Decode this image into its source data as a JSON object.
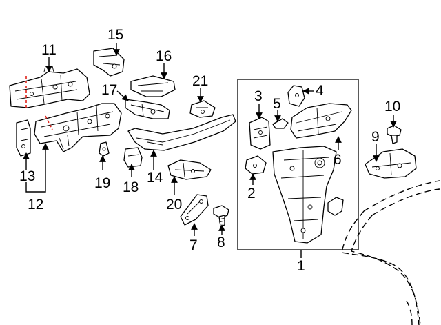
{
  "callouts": {
    "c1": "1",
    "c2": "2",
    "c3": "3",
    "c4": "4",
    "c5": "5",
    "c6": "6",
    "c7": "7",
    "c8": "8",
    "c9": "9",
    "c10": "10",
    "c11": "11",
    "c12": "12",
    "c13": "13",
    "c14": "14",
    "c15": "15",
    "c16": "16",
    "c17": "17",
    "c18": "18",
    "c19": "19",
    "c20": "20",
    "c21": "21"
  },
  "colors": {
    "line": "#000000",
    "cut_line": "#e0231c",
    "background": "#ffffff"
  },
  "icons": {
    "arrowhead": "arrowhead-icon"
  }
}
